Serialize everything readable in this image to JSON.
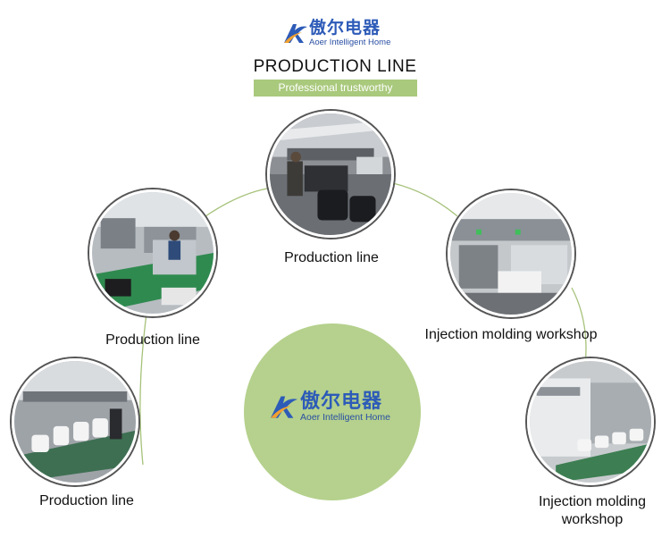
{
  "header": {
    "logo_cn": "傲尔电器",
    "logo_en": "Aoer Intelligent Home",
    "title": "PRODUCTION LINE",
    "subtitle": "Professional trustworthy"
  },
  "photos": {
    "top": {
      "caption": "Production line"
    },
    "left": {
      "caption": "Production line"
    },
    "right": {
      "caption": "Injection molding workshop"
    },
    "bottom_left": {
      "caption": "Production line"
    },
    "bottom_right": {
      "caption": "Injection molding workshop"
    }
  },
  "center": {
    "logo_cn": "傲尔电器",
    "logo_en": "Aoer Intelligent Home"
  },
  "colors": {
    "accent_green": "#a9c97c",
    "center_green": "#b5d18d",
    "brand_blue": "#2d5bb8",
    "brand_orange": "#f0a030"
  }
}
